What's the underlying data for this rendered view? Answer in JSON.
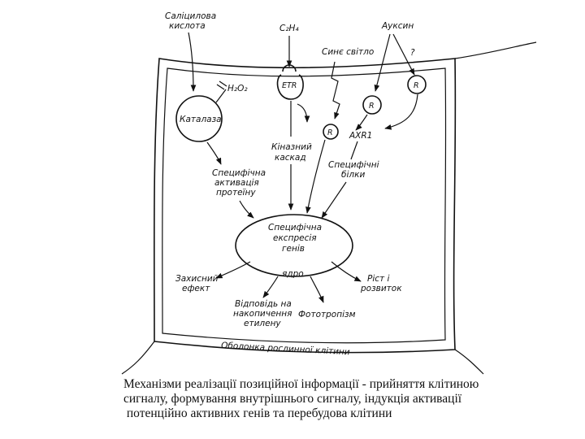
{
  "diagram": {
    "labels": {
      "salicylic_line1": "Саліцилова",
      "salicylic_line2": "кислота",
      "ethylene": "C₂H₄",
      "blue_light": "Синє світло",
      "auxin": "Ауксин",
      "question": "?",
      "h2o2": "H₂O₂",
      "catalase": "Каталаза",
      "etr": "ETR",
      "receptor": "R",
      "axr1": "AXR1",
      "kinase_line1": "Кіназний",
      "kinase_line2": "каскад",
      "specific_activation_line1": "Специфічна",
      "specific_activation_line2": "активація",
      "specific_activation_line3": "протеїну",
      "specific_proteins_line1": "Специфічні",
      "specific_proteins_line2": "білки",
      "gene_expression_line1": "Специфічна",
      "gene_expression_line2": "експресія",
      "gene_expression_line3": "генів",
      "nucleus": "ядро",
      "protective_line1": "Захисний",
      "protective_line2": "ефект",
      "growth_line1": "Ріст і",
      "growth_line2": "розвиток",
      "ethylene_response_line1": "Відповідь на",
      "ethylene_response_line2": "накопичення",
      "ethylene_response_line3": "етилену",
      "phototropism": "Фототропізм",
      "cell_wall": "Оболонка рослинної клітини"
    }
  },
  "caption": {
    "line1": "Механізми реалізації позиційної інформації - прийняття клітиною",
    "line2": "сигналу, формування внутрішнього сигналу, індукція активації",
    "line3": " потенційно активних генів та перебудова клітини"
  }
}
